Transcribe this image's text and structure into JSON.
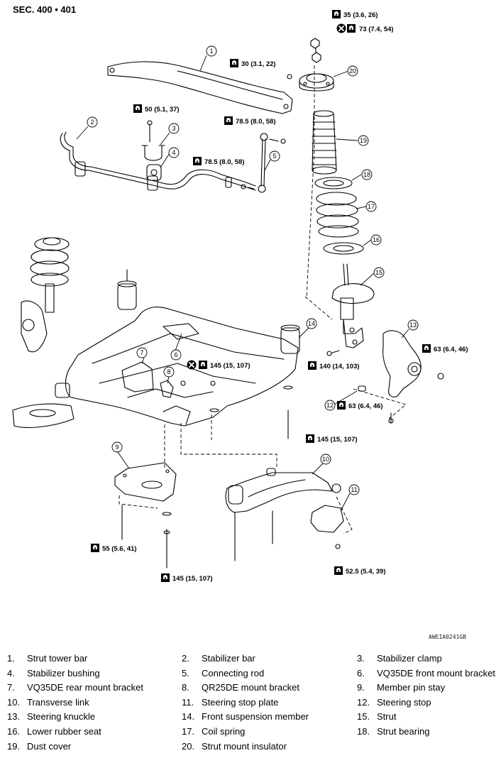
{
  "header": {
    "section": "SEC. 400 • 401"
  },
  "figure_code": "AWEIA0241GB",
  "callouts": [
    "1",
    "2",
    "3",
    "4",
    "5",
    "6",
    "7",
    "8",
    "9",
    "10",
    "11",
    "12",
    "13",
    "14",
    "15",
    "16",
    "17",
    "18",
    "19",
    "20"
  ],
  "torques": {
    "t35": "35 (3.6, 26)",
    "t73": "73 (7.4, 54)",
    "t30": "30 (3.1, 22)",
    "t50": "50 (5.1, 37)",
    "t785a": "78.5 (8.0, 58)",
    "t785b": "78.5 (8.0, 58)",
    "t145a": "145 (15, 107)",
    "t140": "140 (14, 103)",
    "t63a": "63 (6.4, 46)",
    "t63b": "63 (6.4, 46)",
    "t145b": "145 (15, 107)",
    "t55": "55 (5.6, 41)",
    "t525": "52.5 (5.4, 39)",
    "t145c": "145 (15, 107)"
  },
  "legend": [
    {
      "num": "1.",
      "name": "Strut tower bar"
    },
    {
      "num": "2.",
      "name": "Stabilizer bar"
    },
    {
      "num": "3.",
      "name": "Stabilizer clamp"
    },
    {
      "num": "4.",
      "name": "Stabilizer bushing"
    },
    {
      "num": "5.",
      "name": "Connecting rod"
    },
    {
      "num": "6.",
      "name": "VQ35DE front mount bracket"
    },
    {
      "num": "7.",
      "name": "VQ35DE rear mount bracket"
    },
    {
      "num": "8.",
      "name": "QR25DE mount bracket"
    },
    {
      "num": "9.",
      "name": "Member pin stay"
    },
    {
      "num": "10.",
      "name": "Transverse link"
    },
    {
      "num": "11.",
      "name": "Steering stop plate"
    },
    {
      "num": "12.",
      "name": "Steering stop"
    },
    {
      "num": "13.",
      "name": "Steering knuckle"
    },
    {
      "num": "14.",
      "name": "Front suspension member"
    },
    {
      "num": "15.",
      "name": "Strut"
    },
    {
      "num": "16.",
      "name": "Lower rubber seat"
    },
    {
      "num": "17.",
      "name": "Coil spring"
    },
    {
      "num": "18.",
      "name": "Strut bearing"
    },
    {
      "num": "19.",
      "name": "Dust cover"
    },
    {
      "num": "20.",
      "name": "Strut mount insulator"
    }
  ]
}
